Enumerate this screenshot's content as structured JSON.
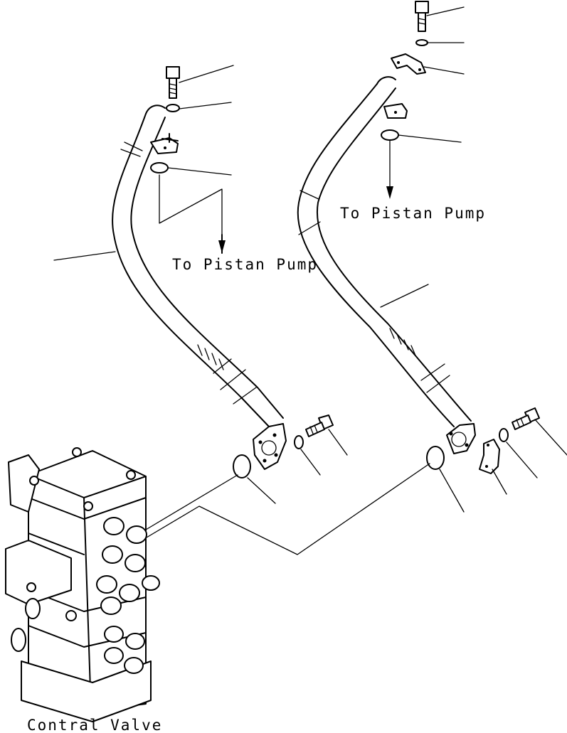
{
  "labels": {
    "pump_left": "To Pistan Pump",
    "pump_right": "To Pistan Pump",
    "valve": "Contral Valve"
  },
  "colors": {
    "line": "#000000",
    "background": "#ffffff"
  }
}
